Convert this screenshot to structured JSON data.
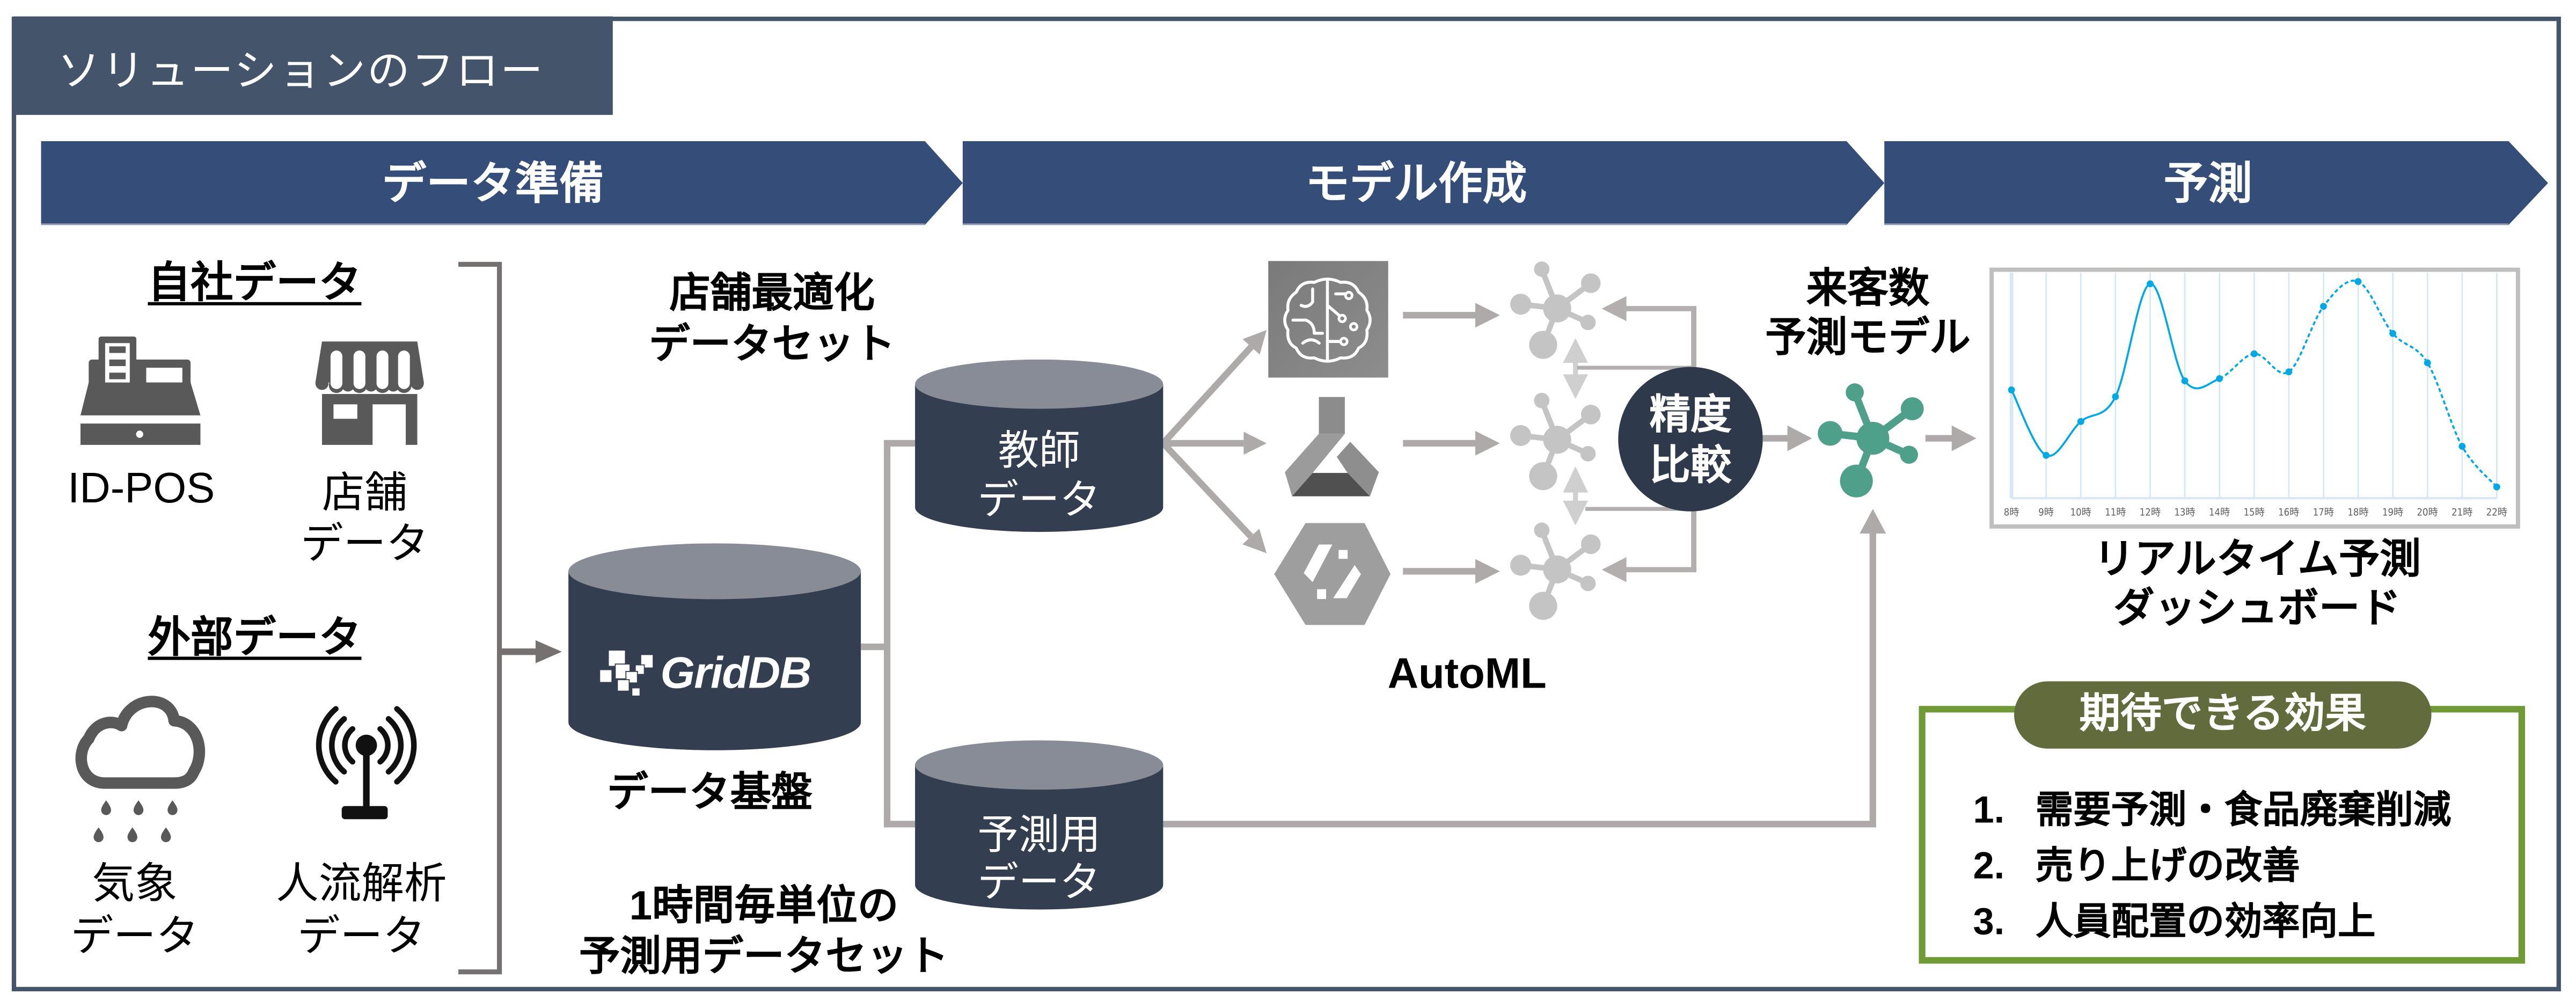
{
  "title": "ソリューションのフロー",
  "phases": [
    {
      "label": "データ準備"
    },
    {
      "label": "モデル作成"
    },
    {
      "label": "予測"
    }
  ],
  "data_sources": {
    "internal": {
      "heading": "自社データ",
      "items": [
        {
          "icon": "cash-register-icon",
          "lines": [
            "ID-POS"
          ]
        },
        {
          "icon": "store-icon",
          "lines": [
            "店舗",
            "データ"
          ]
        }
      ]
    },
    "external": {
      "heading": "外部データ",
      "items": [
        {
          "icon": "rain-cloud-icon",
          "lines": [
            "気象",
            "データ"
          ]
        },
        {
          "icon": "antenna-signal-icon",
          "lines": [
            "人流解析",
            "データ"
          ]
        }
      ]
    }
  },
  "data_platform": {
    "logo_text": "GridDB",
    "caption": "データ基盤"
  },
  "datasets": {
    "store_optimized_caption": [
      "店舗最適化",
      "データセット"
    ],
    "training": {
      "lines": [
        "教師",
        "データ"
      ]
    },
    "prediction": {
      "lines": [
        "予測用",
        "データ"
      ]
    },
    "hourly_caption": [
      "1時間毎単位の",
      "予測用データセット"
    ]
  },
  "automl": {
    "label": "AutoML",
    "services": [
      {
        "icon": "sagemaker-brain-icon"
      },
      {
        "icon": "azure-ml-flask-icon"
      },
      {
        "icon": "cloud-automl-hexagon-icon"
      }
    ],
    "candidate_model_icon": "neural-network-icon",
    "comparison": [
      "精度",
      "比較"
    ]
  },
  "prediction_model": {
    "lines": [
      "来客数",
      "予測モデル"
    ],
    "icon": "neural-network-icon"
  },
  "dashboard": {
    "lines": [
      "リアルタイム予測",
      "ダッシュボード"
    ]
  },
  "effects": {
    "title": "期待できる効果",
    "items": [
      {
        "number": "1.",
        "text": "需要予測・食品廃棄削減"
      },
      {
        "number": "2.",
        "text": "売り上げの改善"
      },
      {
        "number": "3.",
        "text": "人員配置の効率向上"
      }
    ]
  },
  "colors": {
    "frame": "#44546a",
    "phase_bar": "#344e79",
    "connector": "#aeaaaa",
    "bracket": "#767171",
    "cylinder_body": "#343e51",
    "cylinder_top": "#878c96",
    "comparison_circle": "#2e3a4b",
    "model_green": "#4fa08a",
    "model_gray": "#c4c4c4",
    "icon_gray": "#595959",
    "effects_border": "#6f9a36",
    "effects_pill": "#626b3b",
    "chart_line": "#00a9e6",
    "chart_grid": "#d6e7f5",
    "chart_frame": "#bfbfbf"
  },
  "chart_data": {
    "type": "line",
    "title": "",
    "xlabel": "",
    "ylabel": "",
    "categories": [
      "8時",
      "9時",
      "10時",
      "11時",
      "12時",
      "13時",
      "14時",
      "15時",
      "16時",
      "17時",
      "18時",
      "19時",
      "20時",
      "21時",
      "22時"
    ],
    "series": [
      {
        "line_style": "solid",
        "values": [
          48,
          19,
          34,
          45,
          95,
          52,
          53,
          null,
          null,
          null,
          null,
          null,
          null,
          null,
          null
        ]
      },
      {
        "line_style": "dashed",
        "values": [
          null,
          null,
          null,
          null,
          null,
          null,
          53,
          64,
          56,
          85,
          96,
          73,
          60,
          23,
          5
        ]
      }
    ],
    "ylim": [
      0,
      100
    ],
    "y_axis_labels_shown": false,
    "grid": "vertical",
    "legend": "none",
    "markers": true,
    "smoothed": true
  }
}
